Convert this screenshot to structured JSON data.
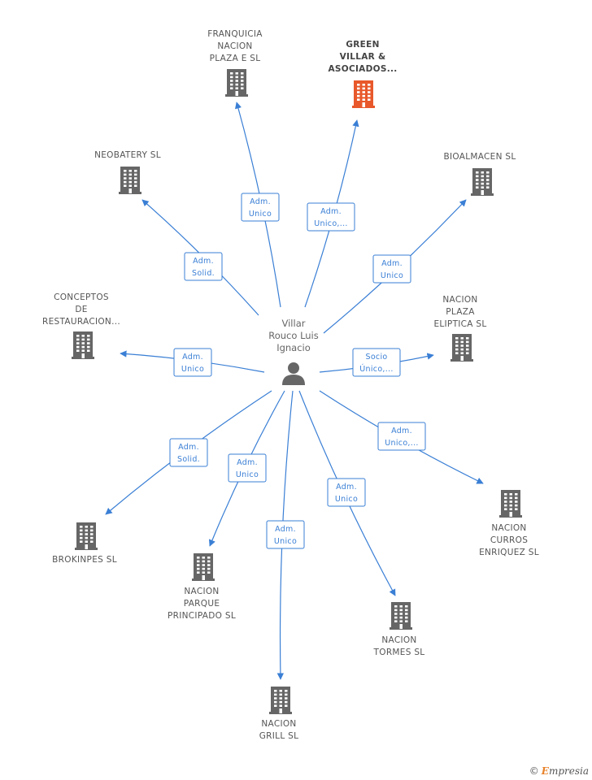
{
  "person": {
    "name_lines": [
      "Villar",
      "Rouco Luis",
      "Ignacio"
    ],
    "icon": "person-icon"
  },
  "companies": [
    {
      "id": "franquicia",
      "lines": [
        "FRANQUICIA",
        "NACION",
        "PLAZA E  SL"
      ],
      "role": [
        "Adm.",
        "Unico"
      ],
      "highlight": false
    },
    {
      "id": "green",
      "lines": [
        "GREEN",
        "VILLAR &",
        "ASOCIADOS..."
      ],
      "role": [
        "Adm.",
        "Unico,..."
      ],
      "highlight": true
    },
    {
      "id": "neobatery",
      "lines": [
        "NEOBATERY SL"
      ],
      "role": [
        "Adm.",
        "Solid."
      ],
      "highlight": false
    },
    {
      "id": "bioalmacen",
      "lines": [
        "BIOALMACEN SL"
      ],
      "role": [
        "Adm.",
        "Unico"
      ],
      "highlight": false
    },
    {
      "id": "conceptos",
      "lines": [
        "CONCEPTOS",
        "DE",
        "RESTAURACION..."
      ],
      "role": [
        "Adm.",
        "Unico"
      ],
      "highlight": false
    },
    {
      "id": "elipt",
      "lines": [
        "NACION",
        "PLAZA",
        "ELIPTICA  SL"
      ],
      "role": [
        "Socio",
        "Único,..."
      ],
      "highlight": false
    },
    {
      "id": "brokinpes",
      "lines": [
        "BROKINPES  SL"
      ],
      "role": [
        "Adm.",
        "Solid."
      ],
      "highlight": false
    },
    {
      "id": "curros",
      "lines": [
        "NACION",
        "CURROS",
        "ENRIQUEZ  SL"
      ],
      "role": [
        "Adm.",
        "Unico,..."
      ],
      "highlight": false
    },
    {
      "id": "parque",
      "lines": [
        "NACION",
        "PARQUE",
        "PRINCIPADO SL"
      ],
      "role": [
        "Adm.",
        "Unico"
      ],
      "highlight": false
    },
    {
      "id": "tormes",
      "lines": [
        "NACION",
        "TORMES SL"
      ],
      "role": [
        "Adm.",
        "Unico"
      ],
      "highlight": false
    },
    {
      "id": "grill",
      "lines": [
        "NACION",
        "GRILL SL"
      ],
      "role": [
        "Adm.",
        "Unico"
      ],
      "highlight": false
    }
  ],
  "colors": {
    "edge": "#3a7fd5",
    "building": "#666666",
    "building_highlight": "#e8582a",
    "person": "#666666"
  },
  "brand": {
    "copyright": "©",
    "name_first": "E",
    "name_rest": "mpresia"
  }
}
